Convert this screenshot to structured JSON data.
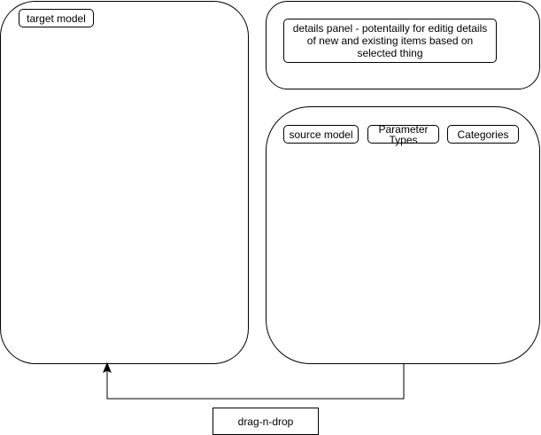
{
  "target_panel": {
    "label": "target model"
  },
  "details_panel": {
    "label": "details panel - potentailly for editig details of new and existing items based on selected thing"
  },
  "source_panel": {
    "tabs": [
      {
        "label": "source model"
      },
      {
        "label": "Parameter Types"
      },
      {
        "label": "Categories"
      }
    ]
  },
  "connector": {
    "label": "drag-n-drop"
  }
}
